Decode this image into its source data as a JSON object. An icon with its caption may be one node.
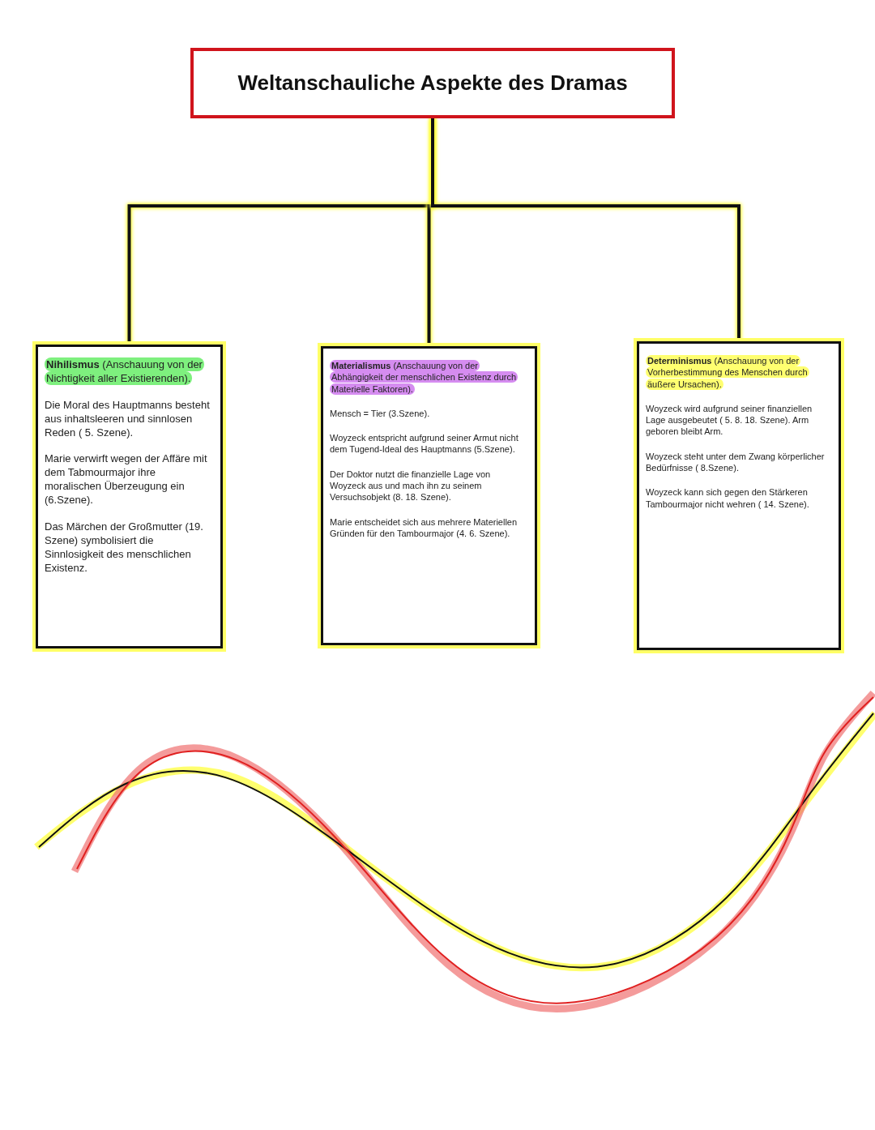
{
  "diagram": {
    "nodes": [
      {
        "text": [
          "Weltanschauliche Aspekte des Dramas"
        ]
      },
      {
        "text": [
          "**Nihilismus** (Anschauung von der Nichtigkeit aller Existierenden).",
          "Die Moral des Hauptmanns besteht aus inhaltsleeren und sinnlosen Reden ( 5. Szene).",
          "Marie verwirft wegen der Affäre mit dem Tabmourmajor ihre moralischen Überzeugung ein (6.Szene).",
          "Das Märchen der Großmutter (19. Szene) symbolisiert die Sinnlosigkeit des menschlichen Existenz."
        ]
      },
      {
        "text": [
          "**Materialismus** (Anschauung von der Abhängigkeit der menschlichen Existenz durch Materielle Faktoren).",
          "Mensch = Tier (3.Szene).",
          "Woyzeck entspricht aufgrund seiner Armut nicht dem Tugend-Ideal des Hauptmanns (5.Szene).",
          "Der Doktor nutzt die finanzielle Lage von Woyzeck aus und mach ihn zu seinem Versuchsobjekt (8. 18. Szene).",
          "Marie entscheidet sich aus mehrere Materiellen Gründen für den Tambourmajor (4. 6. Szene)."
        ]
      },
      {
        "text": [
          "**Determinismus** (Anschauung von der Vorherbestimmung des Menschen durch äußere Ursachen).",
          "Woyzeck wird aufgrund seiner finanziellen Lage ausgebeutet ( 5. 8. 18. Szene). Arm geboren bleibt Arm.",
          "Woyzeck steht unter dem Zwang körperlicher Bedürfnisse ( 8.Szene).",
          "Woyzeck kann sich gegen den Stärkeren Tambourmajor nicht wehren ( 14. Szene)."
        ]
      }
    ],
    "edges": [
      {
        "from": 0,
        "to": 1,
        "arrow": "none"
      },
      {
        "from": 0,
        "to": 2,
        "arrow": "none"
      },
      {
        "from": 0,
        "to": 3,
        "arrow": "none"
      }
    ]
  }
}
